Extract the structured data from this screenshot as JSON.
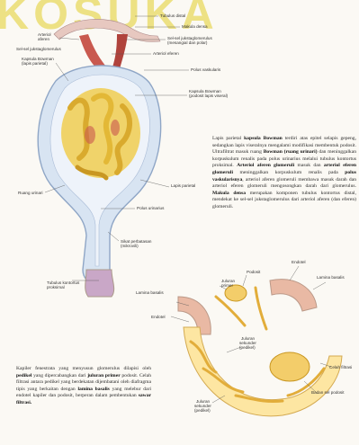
{
  "watermark": "KOSUKA",
  "labels_top": {
    "tubulus_distal": "Tubulus distal",
    "makula_densa": "Makula densa",
    "arteriol_aferen": "Arteriol",
    "arteriol_aferen_2": "aferen",
    "sel_sel_jukstaglomerulus_left": "Sel-sel jukstaglomerulus",
    "sel_sel_ekstraglomerulus": "Sel-sel jukstaglomerulus",
    "sel_sel_ekstraglomerulus_2": "(mesangial dan polar)",
    "kapsula_bowman_parietal": "Kapsula Bowman",
    "kapsula_bowman_parietal_2": "(lapis parietal)",
    "arteriol_eferen": "Arteriol eferen",
    "polus_vaskularis": "Polus vaskularis",
    "kapsula_bowman_visceral": "Kapsula Bowman",
    "kapsula_bowman_visceral_2": "(podosit lapis viseral)",
    "lapis_parietal": "Lapis parietal",
    "ruang_urinari": "Ruang urinari",
    "polus_urinarius": "Polus urinarius",
    "sikat_perbatasan": "Sikat perbatasan",
    "sikat_perbatasan_2": "(mikrovili)",
    "tubulus_kontortus": "Tubulus kontortus",
    "tubulus_kontortus_2": "proksimal"
  },
  "labels_bottom": {
    "juluran_primer": "Juluran",
    "juluran_primer_2": "primer",
    "podosit": "Podosit",
    "endotel_top": "Endotel",
    "lamina_basalis_right": "Lamina basalis",
    "lamina_basalis_left": "Lamina basalis",
    "endotel_left": "Endotel",
    "juluran_sekunder_1": "Juluran",
    "juluran_sekunder_1b": "sekunder",
    "juluran_sekunder_1c": "(pedikel)",
    "celah_filtrasi": "Celah filtrasi",
    "badan_sel_podosit": "Badan sel podosit",
    "juluran_sekunder_2": "Juluran",
    "juluran_sekunder_2b": "sekunder",
    "juluran_sekunder_2c": "(pedikel)"
  },
  "paragraph_right": {
    "t1": "Lapis parietal ",
    "t2": "kapsula Bowman",
    "t3": " terdiri atas epitel selapis gepeng, sedangkan lapis viseralnya mengalami modifikasi membentuk podosit. Ultrafiltrat masuk ruang ",
    "t4": "Bowman (ruang urinari)",
    "t5": " dan meninggalkan korpuskulum renalis pada polus urinarius melalui tubulus kontortus proksimal. ",
    "t6": "Arteriol aferen glomeruli",
    "t7": " masuk dan ",
    "t8": "arteriol eferen glomeruli",
    "t9": " meninggalkan korpuskulum renalis pada ",
    "t10": "polus vaskularisnya",
    "t11": ", arteriol aferen glomeruli membawa masuk darah dan arteriol eferen glomeruli mengosongkan darah dari glomerulus. ",
    "t12": "Makula densa",
    "t13": " merupakan komponen tubulus kontortus distal, mendekat ke sel-sel jukstaglomerulus dari arteriol aferen (dan eferen) glomeruli."
  },
  "paragraph_left": {
    "t1": "Kapiler fenestrata yang menyusun glomerulus dilapisi oleh ",
    "t2": "pedikel",
    "t3": " yang dipercabangkan dari ",
    "t4": "juluran primer",
    "t5": " podosit. Celah filtrasi antara pedikel yang berdekatan dijembatani oleh diafragma tipis yang berkaitan dengan ",
    "t6": "lamina basalis",
    "t7": " yang melebur dari endotel kapiler dan podosit, berperan dalam pembentukan ",
    "t8": "sawar filtrasi."
  }
}
